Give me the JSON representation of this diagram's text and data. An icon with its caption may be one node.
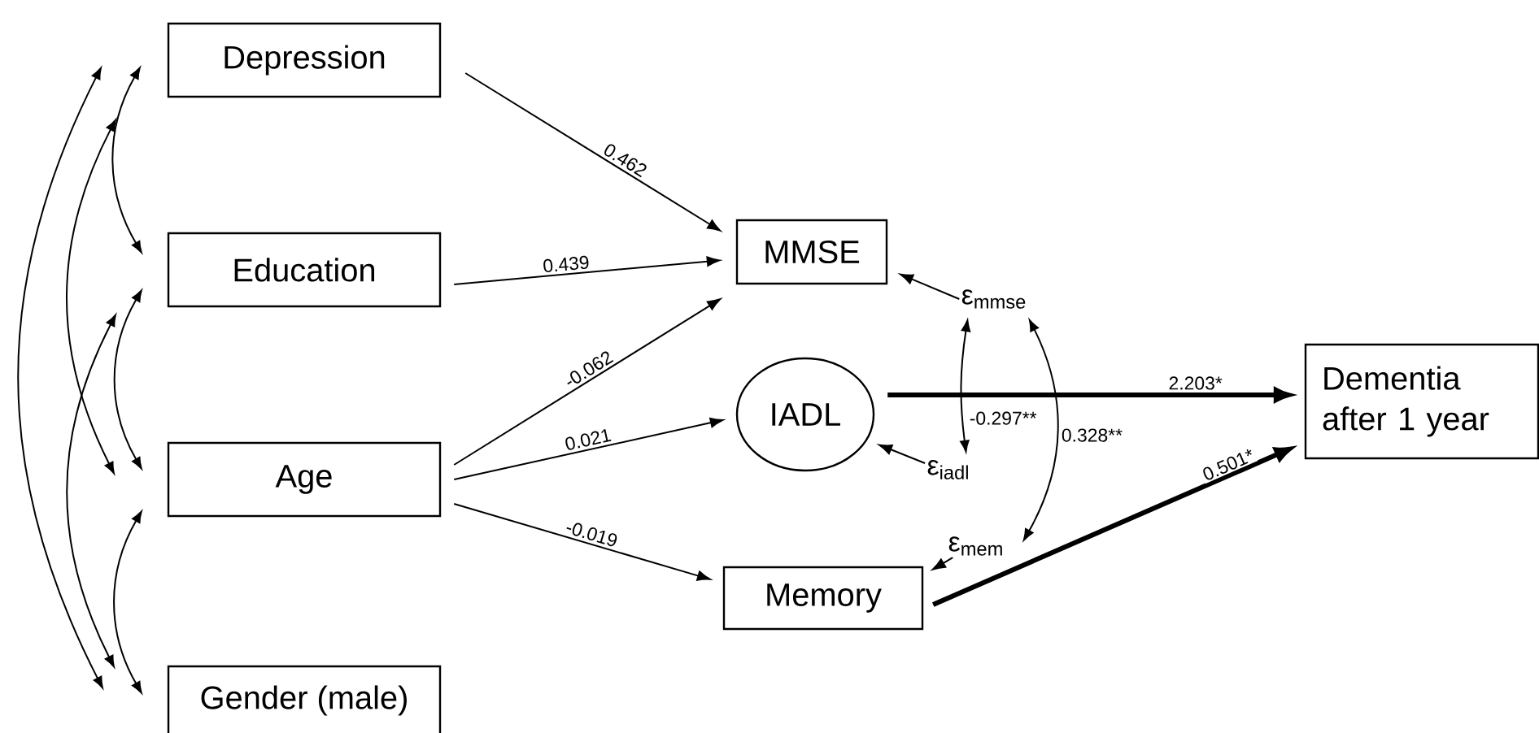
{
  "diagram": {
    "nodes": [
      {
        "text": [
          "Depression"
        ]
      },
      {
        "text": [
          "Education"
        ]
      },
      {
        "text": [
          "Age"
        ]
      },
      {
        "text": [
          "Gender (male)"
        ]
      },
      {
        "text": [
          "MMSE"
        ]
      },
      {
        "text": [
          "IADL"
        ]
      },
      {
        "text": [
          "Memory"
        ]
      },
      {
        "text": [
          "Dementia after 1 year"
        ]
      },
      {
        "text": [
          "ε$_{mmse}$"
        ]
      },
      {
        "text": [
          "ε$_{iadl}$"
        ]
      },
      {
        "text": [
          "ε$_{mem}$"
        ]
      }
    ],
    "edges": [
      {
        "from": 0,
        "to": 4,
        "arrow": "to",
        "label": "0.462"
      },
      {
        "from": 1,
        "to": 4,
        "arrow": "to",
        "label": "0.439"
      },
      {
        "from": 2,
        "to": 4,
        "arrow": "to",
        "label": "-0.062"
      },
      {
        "from": 2,
        "to": 5,
        "arrow": "to",
        "label": "0.021"
      },
      {
        "from": 2,
        "to": 6,
        "arrow": "to",
        "label": "-0.019"
      },
      {
        "from": 5,
        "to": 7,
        "arrow": "to",
        "label": "2.203*",
        "style": "thick"
      },
      {
        "from": 6,
        "to": 7,
        "arrow": "to",
        "label": "0.501*",
        "style": "thick"
      },
      {
        "from": 8,
        "to": 4,
        "arrow": "to"
      },
      {
        "from": 9,
        "to": 5,
        "arrow": "to"
      },
      {
        "from": 10,
        "to": 6,
        "arrow": "to"
      },
      {
        "from": 8,
        "to": 9,
        "arrow": "both",
        "label": "-0.297**"
      },
      {
        "from": 8,
        "to": 10,
        "arrow": "both",
        "label": "0.328**"
      },
      {
        "from": 0,
        "to": 1,
        "arrow": "both"
      },
      {
        "from": 1,
        "to": 2,
        "arrow": "both"
      },
      {
        "from": 2,
        "to": 3,
        "arrow": "both"
      },
      {
        "from": 0,
        "to": 2,
        "arrow": "both"
      },
      {
        "from": 1,
        "to": 3,
        "arrow": "both"
      },
      {
        "from": 0,
        "to": 3,
        "arrow": "both"
      }
    ]
  }
}
